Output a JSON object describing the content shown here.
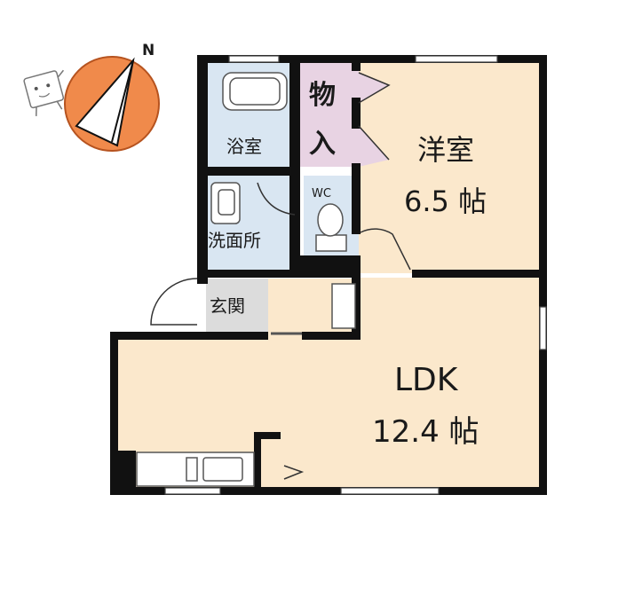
{
  "compass": {
    "north_label": "N"
  },
  "rooms": {
    "bath": "浴室",
    "storage_line1": "物",
    "storage_line2": "入",
    "western_room_name": "洋室",
    "western_room_size": "6.5 帖",
    "wc": "WC",
    "washroom": "洗面所",
    "entrance": "玄関",
    "ldk_name": "LDK",
    "ldk_size": "12.4 帖"
  },
  "colors": {
    "wall": "#111111",
    "wet_area": "#d9e6f2",
    "storage": "#e8d3e3",
    "living": "#fbe8cc",
    "entrance_floor": "#dcdcdc",
    "compass": "#f08a4b"
  }
}
